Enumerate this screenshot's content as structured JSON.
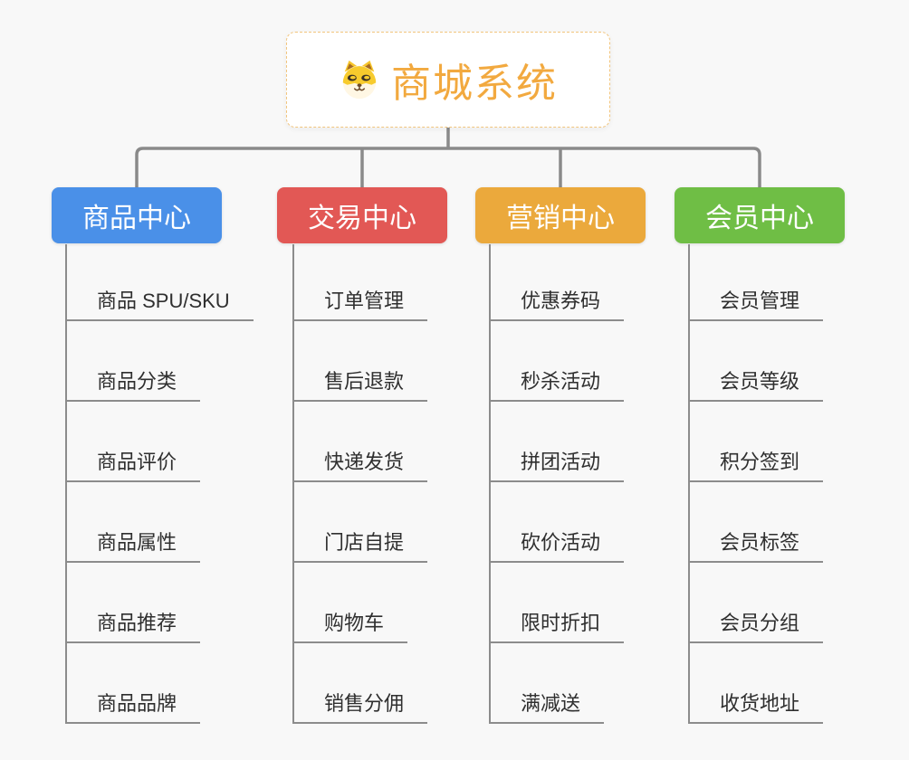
{
  "canvas": {
    "background_color": "#F8F8F8",
    "connector_color": "#8A8A8A"
  },
  "root": {
    "title": "商城系统",
    "icon": "dog-face-icon",
    "text_color": "#F2A93F",
    "border_color": "#F2C57D"
  },
  "branches": [
    {
      "label": "商品中心",
      "color": "#4A90E8",
      "children": [
        "商品 SPU/SKU",
        "商品分类",
        "商品评价",
        "商品属性",
        "商品推荐",
        "商品品牌"
      ]
    },
    {
      "label": "交易中心",
      "color": "#E25855",
      "children": [
        "订单管理",
        "售后退款",
        "快递发货",
        "门店自提",
        "购物车",
        "销售分佣"
      ]
    },
    {
      "label": "营销中心",
      "color": "#EBA93C",
      "children": [
        "优惠券码",
        "秒杀活动",
        "拼团活动",
        "砍价活动",
        "限时折扣",
        "满减送"
      ]
    },
    {
      "label": "会员中心",
      "color": "#6FBE45",
      "children": [
        "会员管理",
        "会员等级",
        "积分签到",
        "会员标签",
        "会员分组",
        "收货地址"
      ]
    }
  ]
}
